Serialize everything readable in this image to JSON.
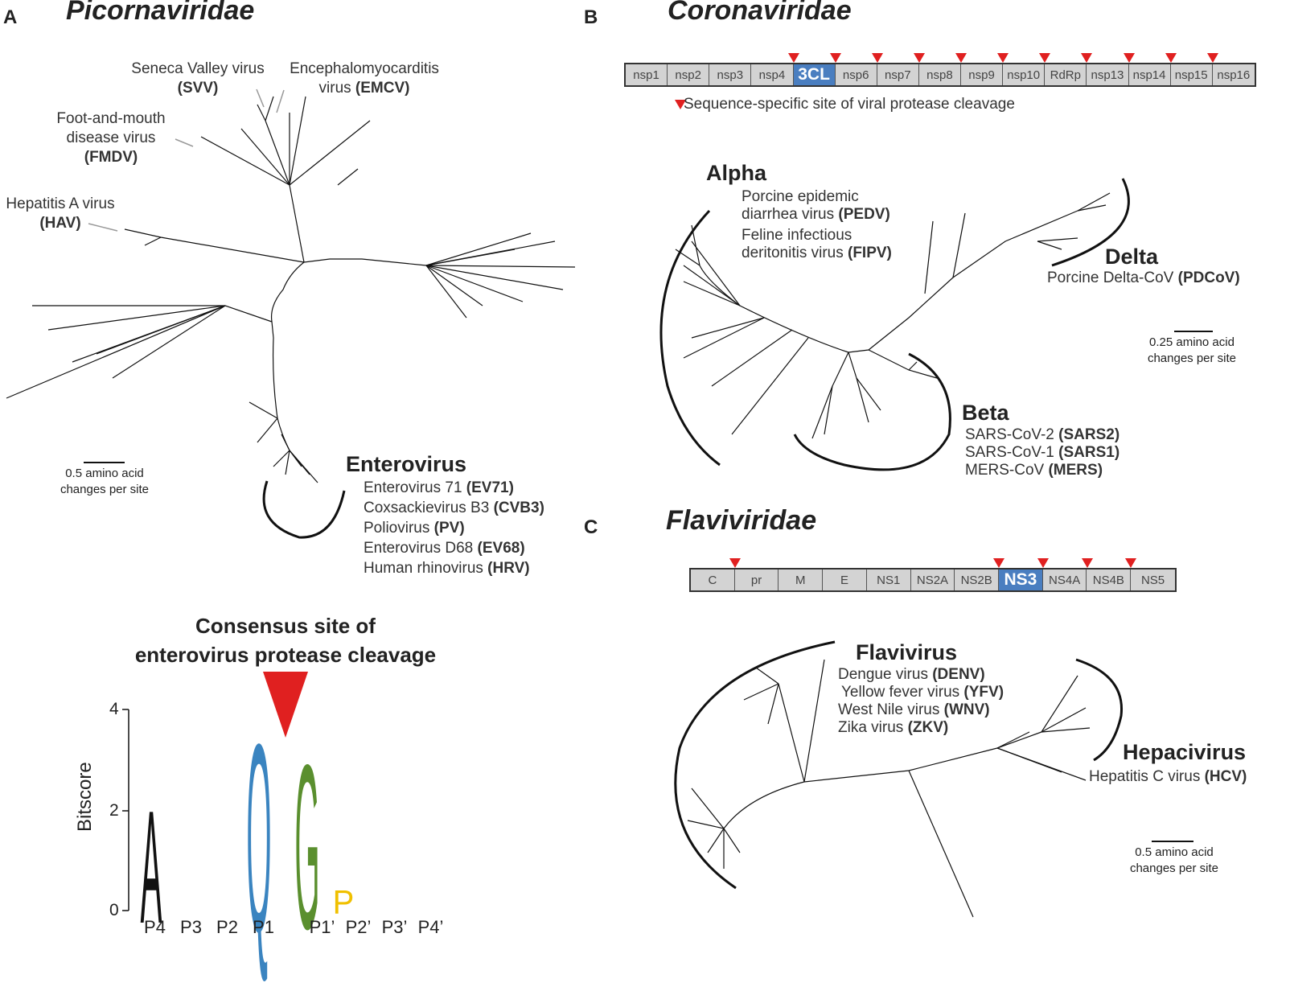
{
  "panels": {
    "A": {
      "letter": "A",
      "family": "Picornaviridae",
      "labels": [
        {
          "id": "svv",
          "name": "Seneca Valley virus",
          "abbr": "(SVV)"
        },
        {
          "id": "emcv",
          "name": "Encephalomyocarditis",
          "name2": "virus",
          "abbr": "(EMCV)"
        },
        {
          "id": "fmdv",
          "name": "Foot-and-mouth",
          "name2": "disease virus",
          "abbr": "(FMDV)"
        },
        {
          "id": "hav",
          "name": "Hepatitis A virus",
          "abbr": "(HAV)"
        }
      ],
      "clade": "Enterovirus",
      "members": [
        {
          "name": "Enterovirus 71 ",
          "abbr": "(EV71)"
        },
        {
          "name": "Coxsackievirus B3 ",
          "abbr": "(CVB3)"
        },
        {
          "name": "Poliovirus ",
          "abbr": "(PV)"
        },
        {
          "name": "Enterovirus D68 ",
          "abbr": "(EV68)"
        },
        {
          "name": "Human rhinovirus ",
          "abbr": "(HRV)"
        }
      ],
      "scale": {
        "line1": "0.5 amino acid",
        "line2": "changes per site"
      },
      "logo": {
        "title1": "Consensus site of",
        "title2": "enterovirus protease cleavage",
        "ylabel": "Bitscore",
        "yticks": [
          "0",
          "2",
          "4"
        ],
        "positions": [
          "P4",
          "P3",
          "P2",
          "P1",
          "P1’",
          "P2’",
          "P3’",
          "P4’"
        ],
        "main_letters": [
          {
            "pos": "P4",
            "letter": "A",
            "bits": 2.4,
            "color": "#111111"
          },
          {
            "pos": "P1",
            "letter": "Q",
            "bits": 4.0,
            "color": "#3a84c0"
          },
          {
            "pos": "P1’",
            "letter": "G",
            "bits": 3.5,
            "color": "#5a8f2e"
          },
          {
            "pos": "P2’",
            "letter": "P",
            "bits": 0.5,
            "color": "#f0c000"
          }
        ]
      }
    },
    "B": {
      "letter": "B",
      "family": "Coronaviridae",
      "genes": [
        "nsp1",
        "nsp2",
        "nsp3",
        "nsp4",
        "3CL",
        "nsp6",
        "nsp7",
        "nsp8",
        "nsp9",
        "nsp10",
        "RdRp",
        "nsp13",
        "nsp14",
        "nsp15",
        "nsp16"
      ],
      "highlight": "3CL",
      "legend": "Sequence-specific site of viral protease cleavage",
      "clades": {
        "alpha": {
          "title": "Alpha",
          "members": [
            {
              "line1": "Porcine epidemic",
              "line2": "diarrhea virus ",
              "abbr": "(PEDV)"
            },
            {
              "line1": "Feline infectious",
              "line2": "deritonitis virus ",
              "abbr": "(FIPV)"
            }
          ]
        },
        "delta": {
          "title": "Delta",
          "member": "Porcine Delta-CoV ",
          "abbr": "(PDCoV)"
        },
        "beta": {
          "title": "Beta",
          "members": [
            {
              "name": "SARS-CoV-2 ",
              "abbr": "(SARS2)"
            },
            {
              "name": "SARS-CoV-1 ",
              "abbr": "(SARS1)"
            },
            {
              "name": "MERS-CoV ",
              "abbr": "(MERS)"
            }
          ]
        }
      },
      "scale": {
        "line1": "0.25 amino acid",
        "line2": "changes per site"
      }
    },
    "C": {
      "letter": "C",
      "family": "Flaviviridae",
      "genes": [
        "C",
        "pr",
        "M",
        "E",
        "NS1",
        "NS2A",
        "NS2B",
        "NS3",
        "NS4A",
        "NS4B",
        "NS5"
      ],
      "highlight": "NS3",
      "clades": {
        "flavi": {
          "title": "Flavivirus",
          "members": [
            {
              "name": "Dengue virus ",
              "abbr": "(DENV)"
            },
            {
              "name": "Yellow fever virus ",
              "abbr": "(YFV)"
            },
            {
              "name": "West Nile virus ",
              "abbr": "(WNV)"
            },
            {
              "name": "Zika virus ",
              "abbr": "(ZKV)"
            }
          ]
        },
        "hepaci": {
          "title": "Hepacivirus",
          "member": "Hepatitis C virus ",
          "abbr": "(HCV)"
        }
      },
      "scale": {
        "line1": "0.5 amino acid",
        "line2": "changes per site"
      }
    }
  }
}
